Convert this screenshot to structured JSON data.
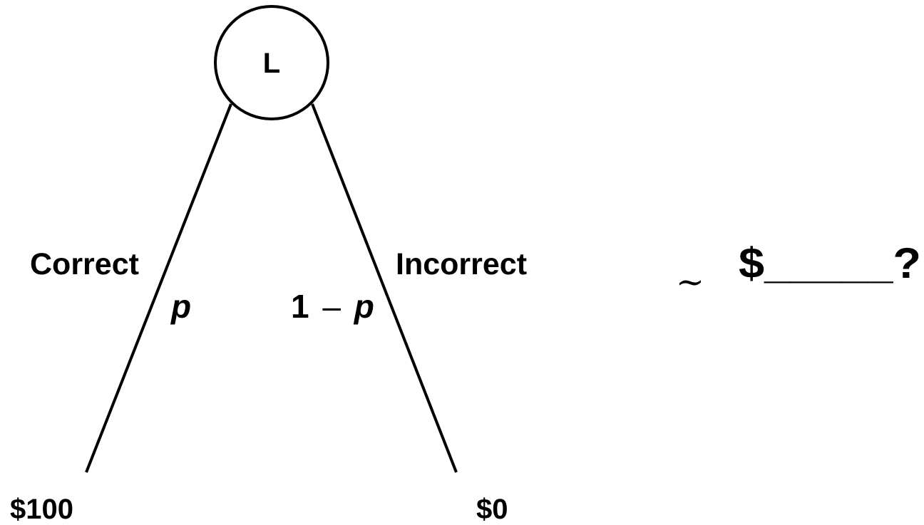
{
  "lottery": {
    "node_label": "L",
    "branches": [
      {
        "label": "Correct",
        "probability": "p",
        "payoff": "$100"
      },
      {
        "label": "Incorrect",
        "probability_prefix": "1",
        "probability_minus": "–",
        "probability_var": "p",
        "payoff": "$0"
      }
    ]
  },
  "equivalence": {
    "symbol": "~",
    "answer": "$_____?"
  },
  "colors": {
    "ink": "#000000",
    "background": "#ffffff"
  }
}
